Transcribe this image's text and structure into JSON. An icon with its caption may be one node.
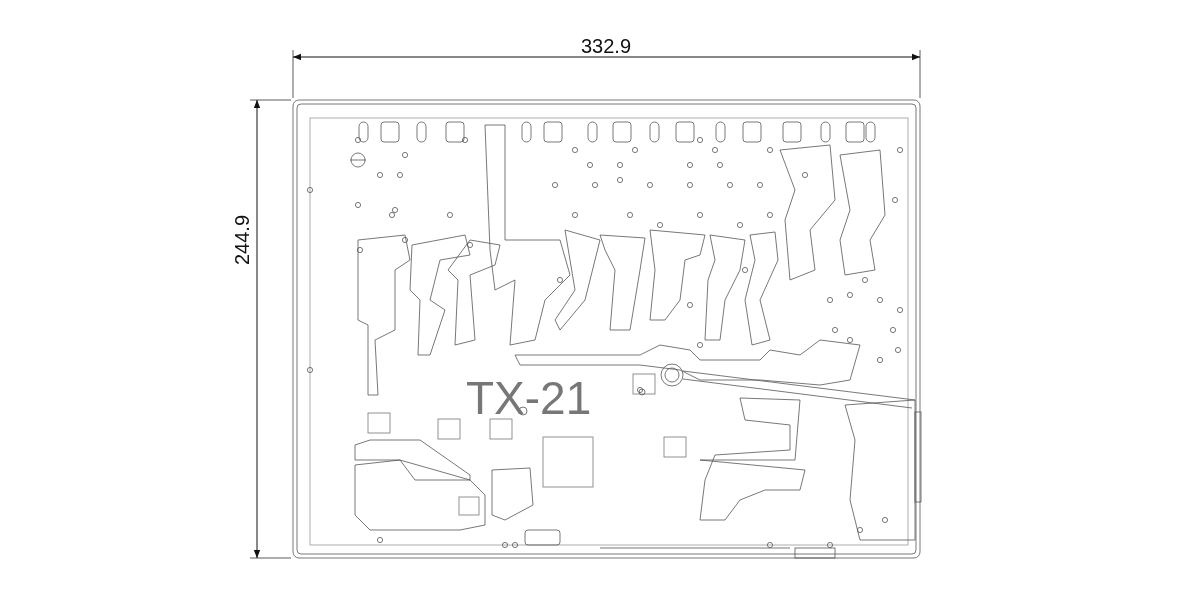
{
  "diagram": {
    "labels": [
      "332.9",
      "244.9",
      "TX-21"
    ]
  }
}
